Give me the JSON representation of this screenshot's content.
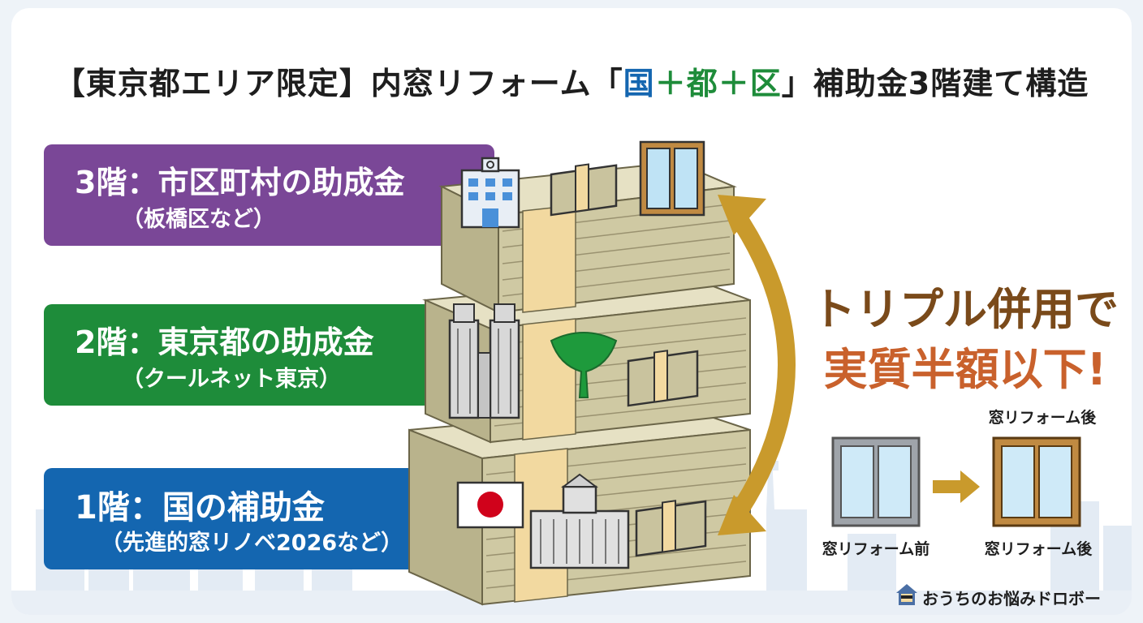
{
  "title": {
    "prefix": "【東京都エリア限定】内窓リフォーム「",
    "kuni": "国",
    "plus1": "＋",
    "to": "都",
    "plus2": "＋",
    "ku": "区",
    "suffix": "」補助金3階建て構造"
  },
  "tiers": [
    {
      "main": "3階：市区町村の助成金",
      "sub": "（板橋区など）",
      "color": "#7a4797"
    },
    {
      "main": "2階：東京都の助成金",
      "sub": "（クールネット東京）",
      "color": "#1e8c3a"
    },
    {
      "main": "1階：国の補助金",
      "sub": "（先進的窓リノベ2026など）",
      "color": "#1466b0"
    }
  ],
  "catchcopy": {
    "line1": "トリプル併用で",
    "line2": "実質半額以下!"
  },
  "windows": {
    "top_label": "窓リフォーム後",
    "before_label": "窓リフォーム前",
    "after_label": "窓リフォーム後"
  },
  "brand": {
    "name": "おうちのお悩みドロボー"
  },
  "icons": [
    "office-building-icon",
    "money-bundle-icon",
    "window-icon",
    "tokyo-metro-building-icon",
    "ginkgo-leaf-icon",
    "japan-flag-icon",
    "diet-building-icon",
    "arrow-icon",
    "house-thief-icon"
  ],
  "colors": {
    "purple": "#7a4797",
    "green": "#1e8c3a",
    "blue": "#1466b0",
    "gold": "#c99a2c",
    "brown": "#7a4a1a"
  }
}
